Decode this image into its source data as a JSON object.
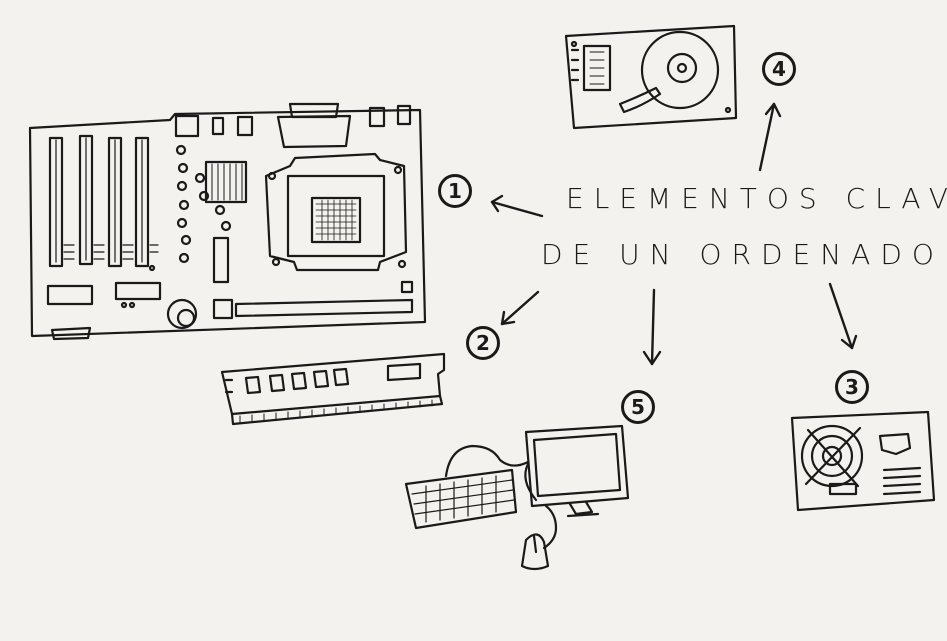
{
  "title": {
    "line1": "ELEMENTOS CLAVE",
    "line2": "DE UN ORDENADOR"
  },
  "markers": {
    "motherboard": "1",
    "ram": "2",
    "power_supply": "3",
    "hard_drive": "4",
    "peripherals": "5"
  },
  "colors": {
    "paper": "#f4f2ee",
    "ink": "#1a1a1a"
  }
}
